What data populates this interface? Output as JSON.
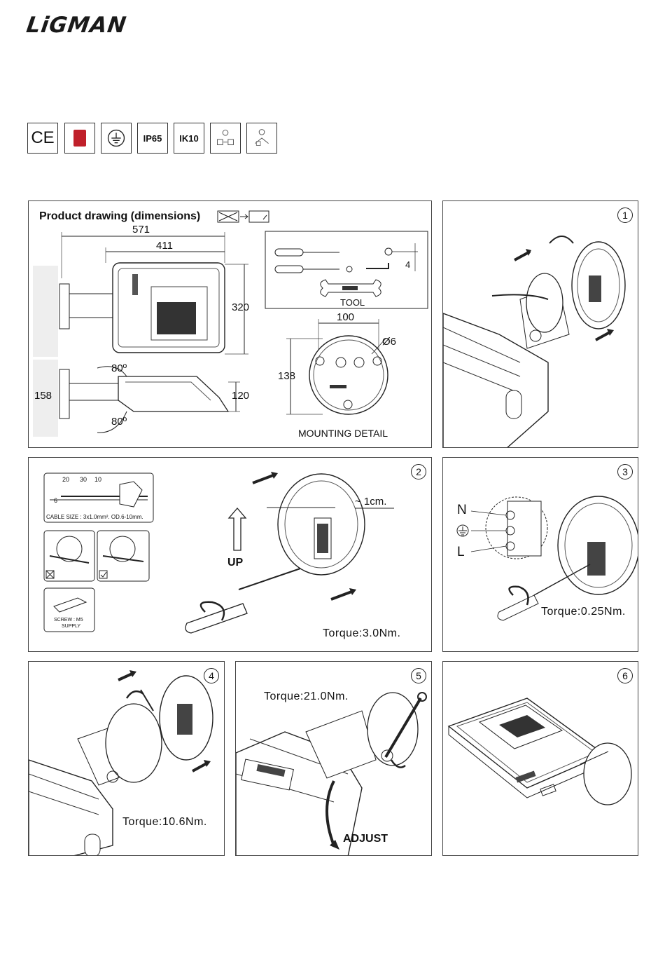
{
  "brand": {
    "logo_text": "LiGMAN"
  },
  "certifications": [
    "CE",
    "IP65",
    "IK10"
  ],
  "product_drawing": {
    "title": "Product drawing (dimensions)",
    "dims": {
      "width_total": "571",
      "width_body": "411",
      "height_body": "320",
      "side_height": "120",
      "side_mount": "158",
      "angle_top": "80º",
      "angle_bottom": "80º"
    },
    "tool_label": "TOOL",
    "tool_dim": "4",
    "mounting": {
      "label": "MOUNTING DETAIL",
      "width": "100",
      "height": "138",
      "hole": "Ø6"
    }
  },
  "steps": [
    {
      "number": "1"
    },
    {
      "number": "2",
      "cable_dims": [
        "20",
        "30",
        "10",
        "6"
      ],
      "cable_size": "CABLE SIZE : 3x1.0mm².  OD.6-10mm.",
      "screw_label": "SCREW : M5",
      "screw_supply": "SUPPLY",
      "gap_label": "~ 1cm.",
      "up_label": "UP",
      "torque": "Torque:3.0Nm."
    },
    {
      "number": "3",
      "wire_labels": [
        "N",
        "L"
      ],
      "torque": "Torque:0.25Nm."
    },
    {
      "number": "4",
      "torque": "Torque:10.6Nm."
    },
    {
      "number": "5",
      "torque": "Torque:21.0Nm.",
      "adjust_label": "ADJUST"
    },
    {
      "number": "6"
    }
  ]
}
